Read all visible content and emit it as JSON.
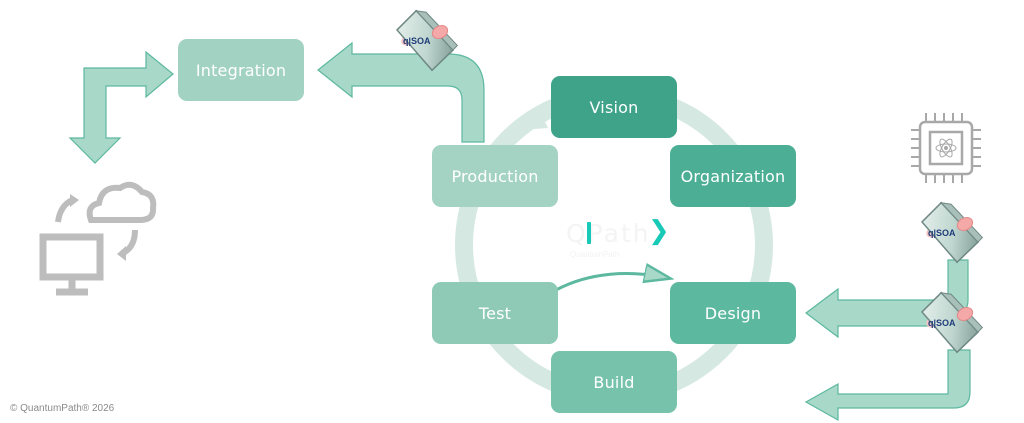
{
  "diagram": {
    "cycle_stages": [
      {
        "id": "vision",
        "label": "Vision",
        "color": "#3fa38a"
      },
      {
        "id": "organization",
        "label": "Organization",
        "color": "#4bae95"
      },
      {
        "id": "design",
        "label": "Design",
        "color": "#5cb89f"
      },
      {
        "id": "build",
        "label": "Build",
        "color": "#76c2ab"
      },
      {
        "id": "test",
        "label": "Test",
        "color": "#8ecab6"
      },
      {
        "id": "production",
        "label": "Production",
        "color": "#a4d3c3"
      }
    ],
    "integration": {
      "label": "Integration",
      "color": "#a2d2c2"
    },
    "center_logo": {
      "text": "QPath",
      "subtext": "QuantumPath",
      "accent": "#19c9b8"
    },
    "qsoa_badge": {
      "label": "q|SOA"
    },
    "icons": [
      "cloud-sync-computer-icon",
      "quantum-chip-icon"
    ],
    "colors": {
      "arrow_fill": "#a8d8c8",
      "arrow_stroke": "#5cb89f",
      "cycle_ring": "#d5e9e2",
      "icon_gray": "#bdbdbd"
    }
  },
  "footer": {
    "copyright": "© QuantumPath® 2026"
  }
}
